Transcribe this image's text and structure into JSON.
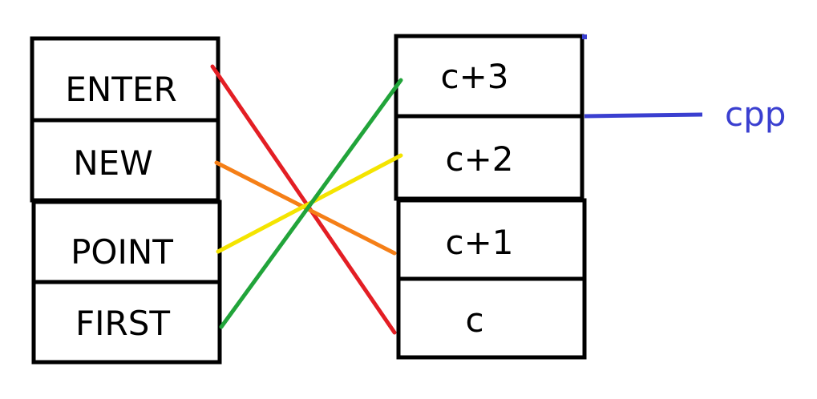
{
  "left_column": {
    "cells": [
      "ENTER",
      "NEW",
      "POINT",
      "FIRST"
    ]
  },
  "right_column": {
    "cells": [
      "c+3",
      "c+2",
      "c+1",
      "c"
    ]
  },
  "pointer": {
    "label": "cpp",
    "color": "#3a3fd0"
  },
  "connections": [
    {
      "from": "ENTER",
      "to": "c",
      "color": "#e31e24"
    },
    {
      "from": "NEW",
      "to": "c+1",
      "color": "#f57f17"
    },
    {
      "from": "POINT",
      "to": "c+2",
      "color": "#f4e400"
    },
    {
      "from": "FIRST",
      "to": "c+3",
      "color": "#21a43a"
    }
  ]
}
